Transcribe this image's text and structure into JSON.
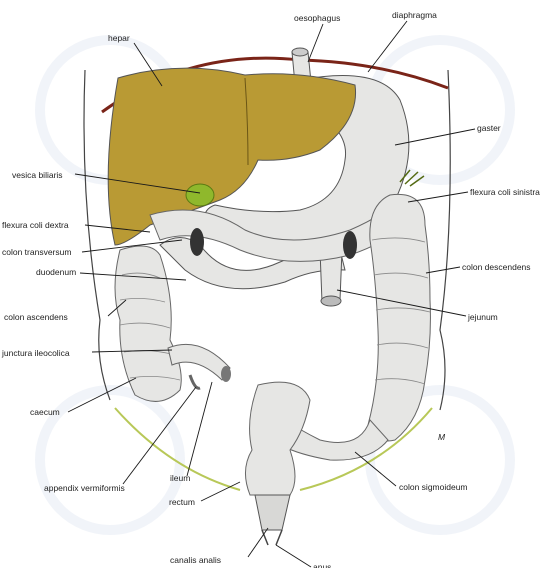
{
  "figure": {
    "labels": {
      "hepar": "hepar",
      "oesophagus": "oesophagus",
      "diaphragma": "diaphragma",
      "gaster": "gaster",
      "vesica_biliaris": "vesica biliaris",
      "flexura_coli_sinistra": "flexura coli sinistra",
      "flexura_coli_dextra": "flexura coli dextra",
      "colon_transversum": "colon transversum",
      "colon_descendens": "colon descendens",
      "duodenum": "duodenum",
      "colon_ascendens": "colon ascendens",
      "jejunum": "jejunum",
      "junctura_ileocolica": "junctura ileocolica",
      "caecum": "caecum",
      "ileum": "ileum",
      "appendix_vermiformis": "appendix vermiformis",
      "rectum": "rectum",
      "colon_sigmoideum": "colon sigmoideum",
      "canalis_analis": "canalis analis",
      "anus": "anus"
    },
    "colors": {
      "liver": "#b99a34",
      "gallbladder": "#8fb82c",
      "diaphragm": "#7a2418",
      "organ_fill": "#e6e6e4",
      "pelvic_line": "#b8c858"
    }
  }
}
